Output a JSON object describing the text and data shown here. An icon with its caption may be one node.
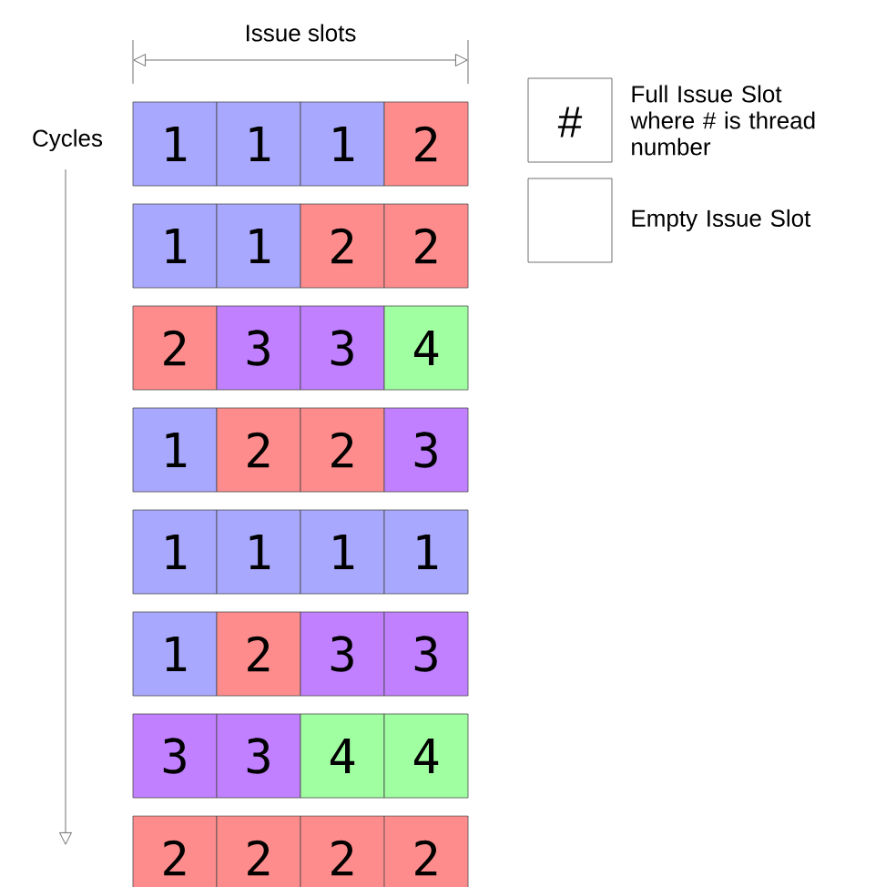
{
  "diagram": {
    "nodes": [
      {
        "text": [
          "1"
        ]
      },
      {
        "text": [
          "1"
        ]
      },
      {
        "text": [
          "1"
        ]
      },
      {
        "text": [
          "2"
        ]
      },
      {
        "text": [
          "1"
        ]
      },
      {
        "text": [
          "1"
        ]
      },
      {
        "text": [
          "2"
        ]
      },
      {
        "text": [
          "2"
        ]
      },
      {
        "text": [
          "2"
        ]
      },
      {
        "text": [
          "3"
        ]
      },
      {
        "text": [
          "3"
        ]
      },
      {
        "text": [
          "4"
        ]
      },
      {
        "text": [
          "1"
        ]
      },
      {
        "text": [
          "2"
        ]
      },
      {
        "text": [
          "2"
        ]
      },
      {
        "text": [
          "3"
        ]
      },
      {
        "text": [
          "1"
        ]
      },
      {
        "text": [
          "1"
        ]
      },
      {
        "text": [
          "1"
        ]
      },
      {
        "text": [
          "1"
        ]
      },
      {
        "text": [
          "1"
        ]
      },
      {
        "text": [
          "2"
        ]
      },
      {
        "text": [
          "3"
        ]
      },
      {
        "text": [
          "3"
        ]
      },
      {
        "text": [
          "3"
        ]
      },
      {
        "text": [
          "3"
        ]
      },
      {
        "text": [
          "4"
        ]
      },
      {
        "text": [
          "4"
        ]
      },
      {
        "text": [
          "2"
        ]
      },
      {
        "text": [
          "2"
        ]
      },
      {
        "text": [
          "2"
        ]
      },
      {
        "text": [
          "2"
        ]
      }
    ],
    "labels": [
      "Issue slots",
      "Cycles",
      "#"
    ],
    "legend": [
      {
        "text": "Full Issue Slot where # is thread number"
      },
      {
        "text": "Empty Issue Slot"
      }
    ]
  }
}
